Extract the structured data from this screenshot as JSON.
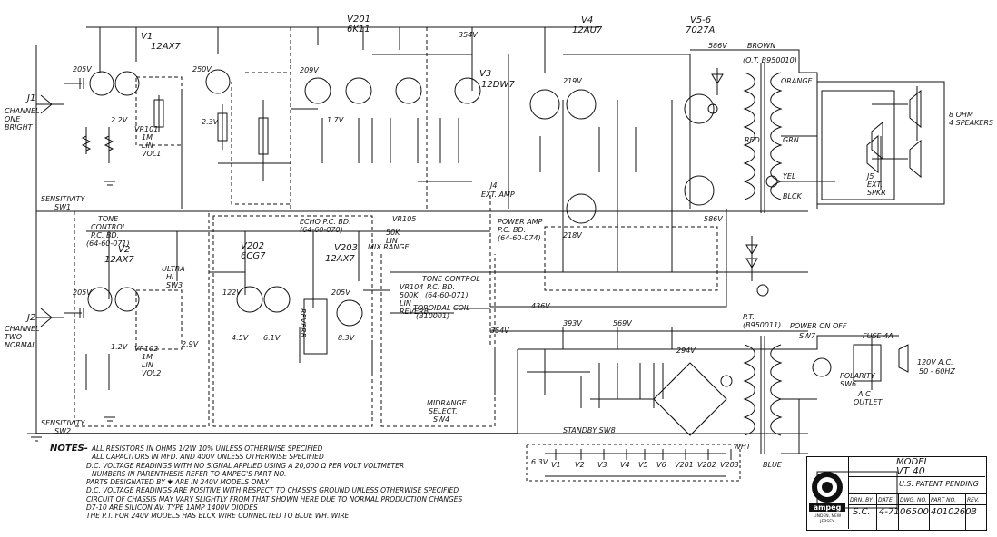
{
  "tubes": {
    "v1": {
      "id": "V1",
      "type": "12AX7"
    },
    "v2": {
      "id": "V2",
      "type": "12AX7"
    },
    "v201": {
      "id": "V201",
      "type": "6K11"
    },
    "v202": {
      "id": "V202",
      "type": "6CG7"
    },
    "v203": {
      "id": "V203",
      "type": "12AX7"
    },
    "v3": {
      "id": "V3",
      "type": "12DW7"
    },
    "v4": {
      "id": "V4",
      "type": "12AU7"
    },
    "v56": {
      "id": "V5-6",
      "type": "7027A"
    }
  },
  "inputs": {
    "j1": "J1",
    "ch1": [
      "CHANNEL",
      "ONE",
      "BRIGHT"
    ],
    "j2": "J2",
    "ch2": [
      "CHANNEL",
      "TWO",
      "NORMAL"
    ]
  },
  "boards": {
    "tone": [
      "TONE",
      "CONTROL",
      "P.C. BD.",
      "(64-60-071)"
    ],
    "echo": "ECHO P.C. BD.",
    "echo_no": "(64-60-070)",
    "power": [
      "POWER AMP",
      "P.C. BD.",
      "(64-60-074)"
    ],
    "tone2": [
      "TONE CONTROL",
      "P.C. BD.",
      "(64-60-071)"
    ]
  },
  "controls": {
    "sens1": [
      "SENSITIVITY",
      "SW1"
    ],
    "sens2": [
      "SENSITIVITY",
      "SW2"
    ],
    "vol1": [
      "VR101",
      "1M",
      "LIN",
      "VOL1"
    ],
    "vol2": [
      "VR102",
      "1M",
      "LIN",
      "VOL2"
    ],
    "ultra": [
      "ULTRA",
      "HI",
      "SW3"
    ],
    "vr105": "VR105",
    "mix": [
      "50K",
      "LIN",
      "MIX RANGE"
    ],
    "reverb": [
      "VR104",
      "500K",
      "LIN",
      "REVERB"
    ],
    "torc": [
      "TOROIDAL COIL",
      "(B10001)"
    ],
    "midrange": [
      "MIDRANGE",
      "SELECT.",
      "SW4"
    ],
    "standby": "STANDBY SW8",
    "polarity": [
      "POLARITY",
      "SW6"
    ],
    "acoutlet": [
      "A.C",
      "OUTLET"
    ],
    "power": "POWER ON OFF",
    "sw7": "SW7",
    "fuse": "FUSE 4A",
    "reverbtank": "REVERB"
  },
  "voltages": {
    "v205a": "205V",
    "v205b": "205V",
    "v250": "250V",
    "v209": "209V",
    "v354a": "354V",
    "v354b": "354V",
    "v436": "436V",
    "v393": "393V",
    "v569": "569V",
    "v586a": "586V",
    "v586b": "586V",
    "v219": "219V",
    "v218": "218V",
    "v294": "294V",
    "v122": "122V",
    "v205c": "205V",
    "v23": "2.3V",
    "v22": "2.2V",
    "v29": "2.9V",
    "v12": "1.2V",
    "v45": "4.5V",
    "v61": "6.1V",
    "v83": "8.3V",
    "v17": "1.7V",
    "v63": "6.3V",
    "v120": "120V A.C.",
    "v5060": "50 - 60HZ"
  },
  "output": {
    "spk": [
      "8 OHM",
      "4 SPEAKERS"
    ],
    "ext": [
      "J5",
      "EXT.",
      "SPKR"
    ],
    "wires": {
      "brown": "BROWN",
      "orange": "ORANGE",
      "red": "RED",
      "grn": "GRN",
      "yel": "YEL",
      "blck": "BLCK",
      "blue": "BLUE",
      "wht": "WHT"
    },
    "ot": "(O.T. B950010)",
    "pt": [
      "P.T.",
      "(B950011)"
    ],
    "j4": [
      "J4",
      "EXT. AMP"
    ]
  },
  "heaters": [
    "V1",
    "V2",
    "V3",
    "V4",
    "V5",
    "V6",
    "V201",
    "V202",
    "V203"
  ],
  "notes": {
    "head": "NOTES-",
    "lines": [
      "ALL RESISTORS IN OHMS 1/2W 10% UNLESS OTHERWISE SPECIFIED",
      "ALL CAPACITORS IN MFD. AND 400V UNLESS OTHERWISE SPECIFIED",
      "D.C. VOLTAGE READINGS WITH NO SIGNAL APPLIED USING A 20,000 Ω PER VOLT VOLTMETER",
      "NUMBERS IN PARENTHESIS REFER TO AMPEG'S PART NO.",
      "PARTS DESIGNATED BY ✱ ARE IN 240V MODELS ONLY",
      "D.C. VOLTAGE READINGS ARE POSITIVE WITH RESPECT TO CHASSIS GROUND UNLESS OTHERWISE SPECIFIED",
      "CIRCUIT OF CHASSIS MAY VARY SLIGHTLY FROM THAT SHOWN HERE DUE TO NORMAL PRODUCTION CHANGES",
      "D7-10 ARE SILICON AV. TYPE  1AMP 1400V DIODES",
      "THE P.T. FOR 240V MODELS HAS BLCK WIRE CONNECTED TO BLUE WH. WIRE"
    ]
  },
  "title_block": {
    "model_label": "MODEL",
    "model": "VT 40",
    "patent": "U.S. PATENT PENDING",
    "headers": [
      "DRN. BY",
      "DATE",
      "DWG. NO.",
      "PART NO.",
      "REV."
    ],
    "values": [
      "S.C.",
      "4-71",
      "06500",
      "4010260",
      "B"
    ],
    "brand": "ampeg",
    "addr": "LINDEN, NEW JERSEY"
  }
}
